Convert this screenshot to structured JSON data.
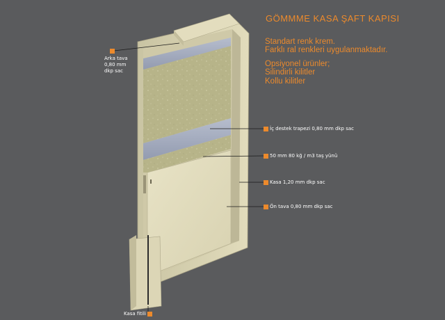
{
  "header": {
    "title": "GÖMMME KASA ŞAFT KAPISI",
    "title_color": "#ec8a2c"
  },
  "info": {
    "line1": "Standart renk krem.",
    "line2": "Farklı ral renkleri uygulanmaktadır.",
    "line3": "Opsiyonel ürünler;",
    "line4": "Silindirli kilitler",
    "line5": "Kollu kilitler",
    "color": "#ec8a2c"
  },
  "labels": {
    "arka_tava_1": "Arka tava",
    "arka_tava_2": "0,80 mm",
    "arka_tava_3": "dkp sac",
    "ic_destek": "İç destek trapezi 0,80 mm dkp sac",
    "tas_yunu": "50 mm 80 kğ / m3 taş yünü",
    "kasa": "Kasa 1,20 mm dkp sac",
    "on_tava": "Ön tava 0,80 mm dkp sac",
    "kasa_fitili": "Kasa fitili"
  },
  "colors": {
    "marker": "#ec8a2c",
    "frame": "#dbd6b6",
    "insulation": "#b8b58a",
    "support": "#a8b0c2"
  }
}
